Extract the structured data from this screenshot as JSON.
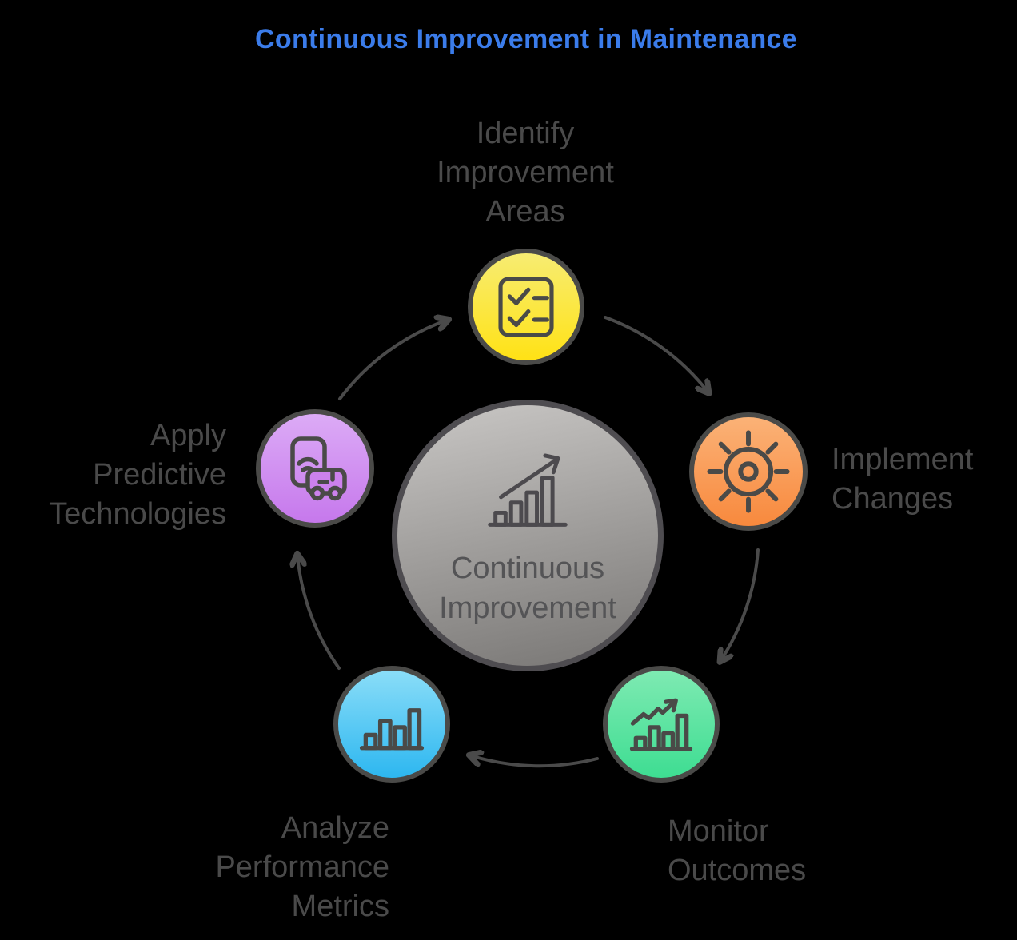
{
  "title": "Continuous Improvement in Maintenance",
  "center": {
    "label": "Continuous\nImprovement",
    "icon": "rising-bar-chart-arrow-icon"
  },
  "nodes": {
    "identify": {
      "label": "Identify\nImprovement\nAreas",
      "icon": "checklist-icon",
      "color": "#ffe215"
    },
    "implement": {
      "label": "Implement\nChanges",
      "icon": "gear-icon",
      "color": "#f8893d"
    },
    "monitor": {
      "label": "Monitor\nOutcomes",
      "icon": "trend-up-chart-icon",
      "color": "#3edd92"
    },
    "analyze": {
      "label": "Analyze\nPerformance\nMetrics",
      "icon": "bar-chart-icon",
      "color": "#2db7f0"
    },
    "apply": {
      "label": "Apply\nPredictive\nTechnologies",
      "icon": "phone-vehicle-icon",
      "color": "#c678ec"
    }
  },
  "cycle_order": [
    "identify",
    "implement",
    "monitor",
    "analyze",
    "apply"
  ],
  "colors": {
    "background": "#000000",
    "title_text": "#3b7cea",
    "label_text": "#4a4a4a",
    "center_text": "#545456",
    "outline_stroke": "#4a4a48",
    "arrow_stroke": "#4a4a4a",
    "center_gradient_top": "#c9c7c5",
    "center_gradient_bottom": "#787674"
  }
}
